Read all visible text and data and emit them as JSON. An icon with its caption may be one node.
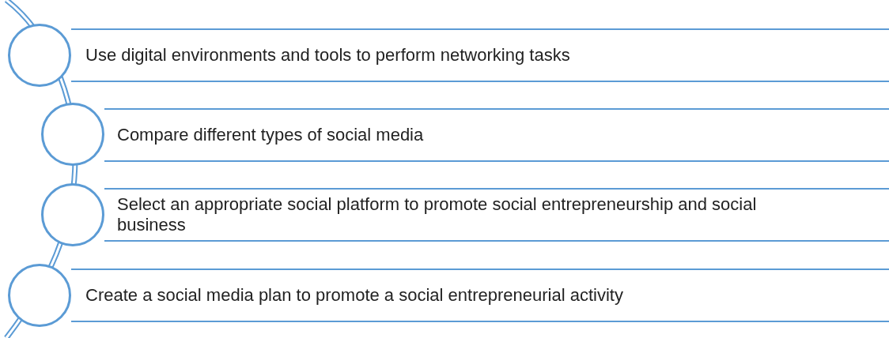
{
  "diagram": {
    "nodes": [
      {
        "text": [
          "Use digital environments and tools to perform networking tasks"
        ]
      },
      {
        "text": [],
        "shape": "circle"
      },
      {
        "text": [
          "Compare different types of social media"
        ]
      },
      {
        "text": [],
        "shape": "circle"
      },
      {
        "text": [
          "Select an appropriate social platform to promote social entrepreneurship and social business"
        ]
      },
      {
        "text": [],
        "shape": "circle"
      },
      {
        "text": [
          "Create a social media plan to promote a social entrepreneurial activity"
        ]
      },
      {
        "text": [],
        "shape": "circle"
      }
    ]
  }
}
